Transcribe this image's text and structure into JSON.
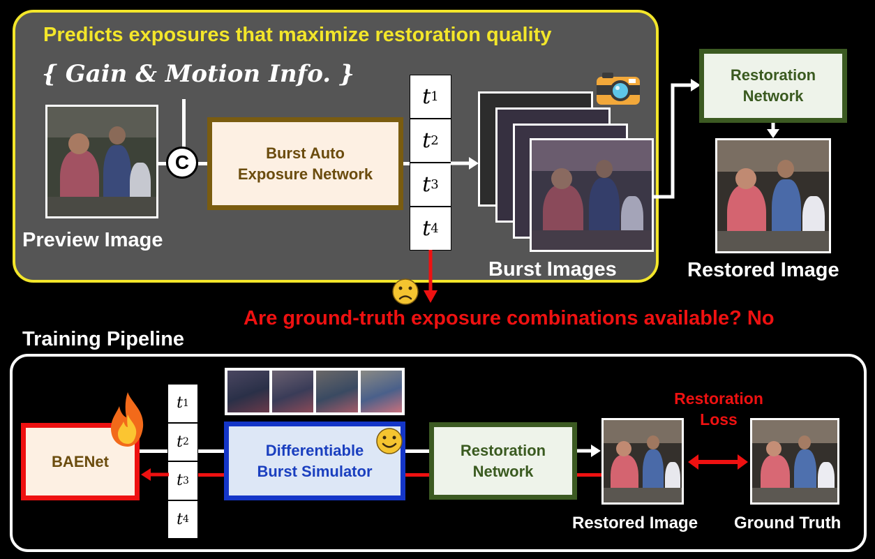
{
  "top": {
    "headline": "Predicts exposures that maximize restoration quality",
    "info_formula": "{ Gain & Motion Info. }",
    "preview_label": "Preview Image",
    "concat_symbol": "C",
    "baen_label": "Burst Auto Exposure Network",
    "exposures": [
      {
        "sym": "t",
        "sub": "1"
      },
      {
        "sym": "t",
        "sub": "2"
      },
      {
        "sym": "t",
        "sub": "3"
      },
      {
        "sym": "t",
        "sub": "4"
      }
    ],
    "burst_label": "Burst Images",
    "restoration_label": "Restoration Network",
    "restored_label": "Restored Image",
    "question": "Are ground-truth exposure combinations available? No"
  },
  "bottom": {
    "section_title": "Training Pipeline",
    "baenet_label": "BAENet",
    "exposures": [
      {
        "sym": "t",
        "sub": "1"
      },
      {
        "sym": "t",
        "sub": "2"
      },
      {
        "sym": "t",
        "sub": "3"
      },
      {
        "sym": "t",
        "sub": "4"
      }
    ],
    "simulator_label": "Differentiable Burst Simulator",
    "restoration_label": "Restoration Network",
    "loss_label": "Restoration Loss",
    "restored_label": "Restored Image",
    "gt_label": "Ground Truth"
  },
  "colors": {
    "yellow_border": "#f3e62a",
    "panel_gray": "#555555",
    "baen_border": "#7a5c10",
    "baen_fill": "#fdf0e3",
    "baen_text": "#6b4c0e",
    "restoration_border": "#3c5a22",
    "restoration_fill": "#eef3ea",
    "restoration_text": "#3a5a20",
    "red": "#ee1111",
    "blue_border": "#1436c8",
    "blue_fill": "#dde7f6",
    "blue_text": "#1a3fbf"
  }
}
